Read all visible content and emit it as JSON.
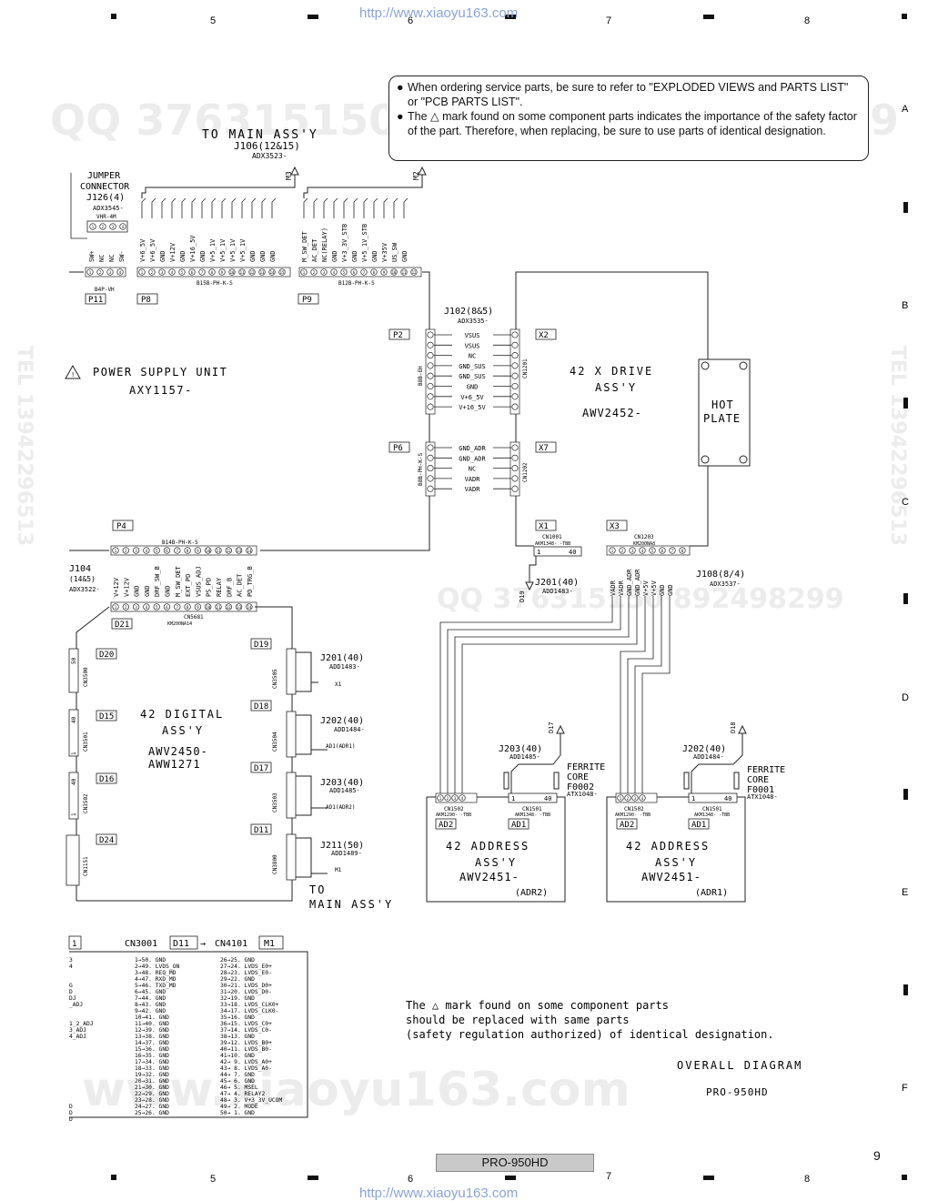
{
  "header": {
    "url": "http://www.xiaoyu163.com",
    "column_numbers": [
      "5",
      "6",
      "7",
      "8"
    ],
    "row_letters": [
      "A",
      "B",
      "C",
      "D",
      "E",
      "F"
    ]
  },
  "notice": {
    "line1": "When ordering service parts, be sure to refer to \"EXPLODED VIEWS and PARTS LIST\" or \"PCB PARTS LIST\".",
    "line2": "The △ mark found on some component parts indicates the importance of the safety factor of the part. Therefore, when replacing, be sure to use parts of identical designation."
  },
  "watermarks": [
    "QQ 376315150",
    "892498299",
    "TEL 13942296513",
    "QQ 376315150 892498299",
    "www.xiaoyu163.com"
  ],
  "to_main_top": {
    "title": "TO MAIN ASS'Y",
    "conn": "J106(12&15)",
    "part": "ADX3523-",
    "m3": "M3",
    "m2": "M2"
  },
  "jumper": {
    "l1": "JUMPER",
    "l2": "CONNECTOR",
    "l3": "J126(4)",
    "part": "ADX3545-",
    "type": "VHR-4M",
    "pins": [
      "SW+",
      "NC",
      "NC",
      "SW-"
    ]
  },
  "p8_pins": [
    "V+6_5V",
    "V+6_5V",
    "GND",
    "V+12V",
    "GND",
    "V+16_5V",
    "GND",
    "V+5_1V",
    "V+5_1V",
    "V+5_1V",
    "V+5_1V",
    "GND",
    "GND",
    "GND"
  ],
  "p9_pins": [
    "M_SW_DET",
    "AC_DET",
    "NC(RELAY)",
    "GND",
    "V+3_3V_STB",
    "GND",
    "V+5_1V_STB",
    "GND",
    "V+35V",
    "US_SW",
    "GND"
  ],
  "tags": {
    "p11": "P11",
    "p8": "P8",
    "p9": "P9",
    "p2": "P2",
    "p6": "P6",
    "p4": "P4",
    "x2": "X2",
    "x7": "X7",
    "x1": "X1",
    "x3": "X3",
    "d21": "D21",
    "d20": "D20",
    "d15": "D15",
    "d16": "D16",
    "d24": "D24",
    "d19": "D19",
    "d18": "D18",
    "d17": "D17",
    "d11": "D11",
    "ad2a": "AD2",
    "ad1a": "AD1",
    "ad2b": "AD2",
    "ad1b": "AD1"
  },
  "conn_types": {
    "b4p": "B4P-VH",
    "b15b": "B15B-PH-K-S",
    "b12b": "B12B-PH-K-S",
    "b8b_eh": "B8B-EH",
    "b8b_ph": "B8B-PH-K-S",
    "b14b": "B14B-PH-K-S",
    "cn5681": "CN5681",
    "km200na14": "KM200NA14"
  },
  "psu": {
    "title": "POWER SUPPLY UNIT",
    "part": "AXY1157-"
  },
  "j102": {
    "name": "J102(8&5)",
    "part": "ADX3535-",
    "pins_top": [
      "VSUS",
      "VSUS",
      "NC",
      "GND_SUS",
      "GND_SUS",
      "GND",
      "V+6_5V",
      "V+16_5V"
    ],
    "pins_bot": [
      "GND_ADR",
      "GND_ADR",
      "NC",
      "VADR",
      "VADR"
    ]
  },
  "xdrive": {
    "l1": "42 X DRIVE",
    "l2": "ASS'Y",
    "part": "AWV2452-",
    "hot1": "HOT",
    "hot2": "PLATE",
    "cn1201": "CN1201",
    "cn1202": "CN1202",
    "cn1001": "CN1001",
    "cn1001_part": "AKM1348- -TBB",
    "cn1203": "CN1203",
    "cn1203_part": "KM200NA8"
  },
  "j104": {
    "name": "J104",
    "sub": "(14&5)",
    "part": "ADX3522-",
    "pins": [
      "V+12V",
      "V+12V",
      "GND",
      "GND",
      "DRF_SW_B",
      "GND",
      "M_SW_DET",
      "EXT_PD",
      "VSUS_ADJ",
      "PS_PD",
      "RELAY",
      "DRF_B",
      "AC_DET",
      "PD_TRG_B"
    ]
  },
  "j201top": {
    "name": "J201(40)",
    "part": "ADD1483-"
  },
  "j108": {
    "name": "J108(8/4)",
    "part": "ADX3537-",
    "pins": [
      "VADR",
      "VADR",
      "GND_ADR",
      "GND_ADR",
      "V+5V",
      "V+5V",
      "GND",
      "GND"
    ]
  },
  "digital": {
    "l1": "42 DIGITAL",
    "l2": "ASS'Y",
    "p1": "AWV2450-",
    "p2": "AWW1271",
    "cn3500": "CN3500",
    "cn3501": "CN3501",
    "cn3502": "CN3502",
    "cn1151": "CN1151",
    "cn3503": "CN3503",
    "cn3504": "CN3504",
    "cn3505": "CN3505",
    "cn3800": "CN3800"
  },
  "cables": {
    "j201": {
      "name": "J201(40)",
      "part": "ADD1483-",
      "tag": "X1"
    },
    "j202": {
      "name": "J202(40)",
      "part": "ADD1484-",
      "tag": "AD1(ADR1)"
    },
    "j203": {
      "name": "J203(40)",
      "part": "ADD1485-",
      "tag": "AD1(ADR2)"
    },
    "j211": {
      "name": "J211(50)",
      "part": "ADD1489-",
      "tag": "M1"
    },
    "to_main1": "TO",
    "to_main2": "MAIN ASS'Y"
  },
  "address2": {
    "l1": "42 ADDRESS",
    "l2": "ASS'Y",
    "part": "AWV2451-",
    "adr": "(ADR2)",
    "j": "J203(40)",
    "jpart": "ADD1485-",
    "ferrite1": "FERRITE",
    "ferrite2": "CORE",
    "ferrite3": "F0002",
    "fpart": "ATX1048-",
    "cn1502": "CN1502",
    "cn1502p": "AKM1290- -TBB",
    "cn1501": "CN1501",
    "cn1501p": "AKM1348- -TBB"
  },
  "address1": {
    "l1": "42 ADDRESS",
    "l2": "ASS'Y",
    "part": "AWV2451-",
    "adr": "(ADR1)",
    "j": "J202(40)",
    "jpart": "ADD1484-",
    "ferrite1": "FERRITE",
    "ferrite2": "CORE",
    "ferrite3": "F0001",
    "fpart": "ATX1048-",
    "cn1502": "CN1502",
    "cn1502p": "AKM1290- -TBB",
    "cn1501": "CN1501",
    "cn1501p": "AKM1348- -TBB"
  },
  "cn3001_table": {
    "header": "CN3001",
    "d11": "D11",
    "arrow": "→",
    "cn4101": "CN4101",
    "m1": "M1",
    "col1": [
      "1→50. GND",
      "2→49. LVDS_ON",
      "3→48. REQ_MD",
      "4→47. RXD_MD",
      "5→46. TXD_MD",
      "6→45. GND",
      "7→44. GND",
      "8→43. GND",
      "9→42. GND",
      "10→41. GND",
      "11→40. GND",
      "12→39. GND",
      "13→38. GND",
      "14→37. GND",
      "15→36. GND",
      "16→35. GND",
      "17→34. GND",
      "18→33. GND",
      "19→32. GND",
      "20→31. GND",
      "21→30. GND",
      "22→29. GND",
      "23→28. GND",
      "24→27. GND",
      "25→26. GND"
    ],
    "col2": [
      "26→25. GND",
      "27→24. LVDS_E0+",
      "28→23. LVDS_E0-",
      "29→22. GND",
      "30→21. LVDS_D0+",
      "31→20. LVDS_D0-",
      "32→19. GND",
      "33→18. LVDS_CLK0+",
      "34→17. LVDS_CLK0-",
      "35→16. GND",
      "36→15. LVDS_C0+",
      "37→14. LVDS_C0-",
      "38→13. GND",
      "39→12. LVDS_B0+",
      "40→11. LVDS_B0-",
      "41→10. GND",
      "42→ 9. LVDS_A0+",
      "43→ 8. LVDS_A0-",
      "44→ 7. GND",
      "45→ 6. GND",
      "46→ 5. MSEL",
      "47→ 4. RELAY2",
      "48→ 3. V+3_3V_UCOM",
      "49→ 2. MODE",
      "50→ 1. GND"
    ],
    "left_tag": "1",
    "left_stub": [
      "3",
      "4",
      "",
      "",
      "G",
      "D",
      "DJ",
      "_ADJ",
      "",
      "",
      "1_2_ADJ",
      "3_ADJ",
      "4_ADJ",
      "",
      "",
      "",
      "",
      "",
      "",
      "",
      "",
      "",
      "",
      "D",
      "D",
      "D"
    ]
  },
  "safety_note": {
    "l1": "The △ mark found on some component parts",
    "l2": "should be replaced with same parts",
    "l3": "(safety regulation authorized) of identical designation."
  },
  "overall": {
    "title": "OVERALL DIAGRAM",
    "model": "PRO-950HD"
  },
  "footer": {
    "model": "PRO-950HD",
    "page": "9",
    "url": "http://www.xiaoyu163.com"
  }
}
